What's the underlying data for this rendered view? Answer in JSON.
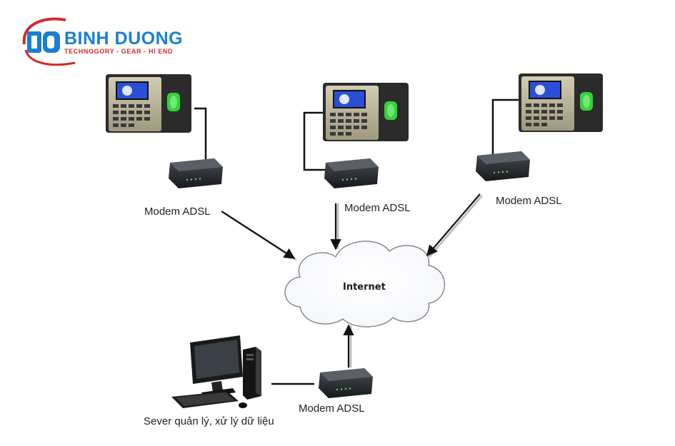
{
  "logo": {
    "brand": "BINH DUONG",
    "tagline": "TECHNOGORY - GEAR - HI END",
    "initials": "BD"
  },
  "cloud": {
    "label": "Internet"
  },
  "modems": [
    {
      "label": "Modem ADSL"
    },
    {
      "label": "Modem ADSL"
    },
    {
      "label": "Modem ADSL"
    },
    {
      "label": "Modem ADSL"
    }
  ],
  "server": {
    "label": "Sever quản lý, xử lý dữ liệu"
  },
  "colors": {
    "logo_blue": "#1b7fd0",
    "logo_red": "#d42a2a",
    "device_body": "#2b2b2b",
    "device_face": "#b8b29a",
    "fingerprint_green": "#35d13a",
    "screen_blue": "#2a4fd6",
    "cloud_stroke": "#8a8a8a"
  }
}
